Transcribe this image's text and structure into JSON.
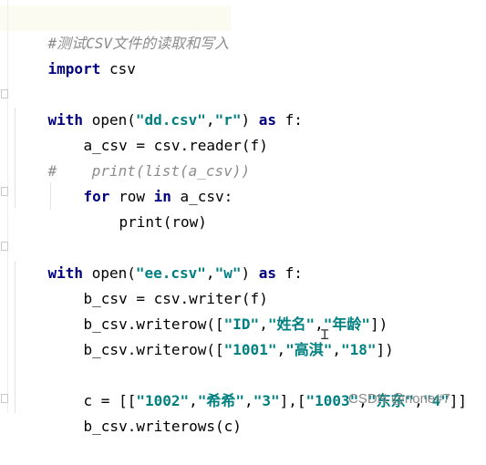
{
  "editor": {
    "comment_header": "#测试CSV文件的读取和写入",
    "import_kw": "import",
    "import_mod": " csv",
    "read": {
      "with_kw": "with",
      "open_fn": " open(",
      "file": "\"dd.csv\"",
      "comma": ",",
      "mode": "\"r\"",
      "close": ")",
      "as_kw": " as",
      "target": " f:",
      "reader_line": "a_csv = csv.reader(f)",
      "commented_line": "#    print(list(a_csv))",
      "for_kw": "for",
      "row_var": " row ",
      "in_kw": "in",
      "iter": " a_csv:",
      "print_line": "print(row)"
    },
    "write": {
      "with_kw": "with",
      "open_fn": " open(",
      "file": "\"ee.csv\"",
      "comma": ",",
      "mode": "\"w\"",
      "close": ")",
      "as_kw": " as",
      "target": " f:",
      "writer_line": "b_csv = csv.writer(f)",
      "writerow1_pre": "b_csv.writerow([",
      "writerow1_a": "\"ID\"",
      "writerow1_b": "\"姓名\"",
      "writerow1_c": "\"年龄\"",
      "writerow1_post": "])",
      "writerow2_pre": "b_csv.writerow([",
      "writerow2_a": "\"1001\"",
      "writerow2_b": "\"高淇\"",
      "writerow2_c": "\"18\"",
      "writerow2_post": "])",
      "c_pre": "c = [[",
      "c_a": "\"1002\"",
      "c_b": "\"希希\"",
      "c_c": "\"3\"",
      "c_mid": "],[",
      "c_d": "\"1003\"",
      "c_e": "\"东东\"",
      "c_f": "\"4\"",
      "c_post": "]]",
      "writerows_line": "b_csv.writerows(c)"
    },
    "comma_sep": ","
  },
  "watermark": "CSDN @none#7",
  "colors": {
    "keyword": "#000080",
    "string": "#008080",
    "comment": "#8c8c8c",
    "current_line": "#fbfbf1"
  }
}
